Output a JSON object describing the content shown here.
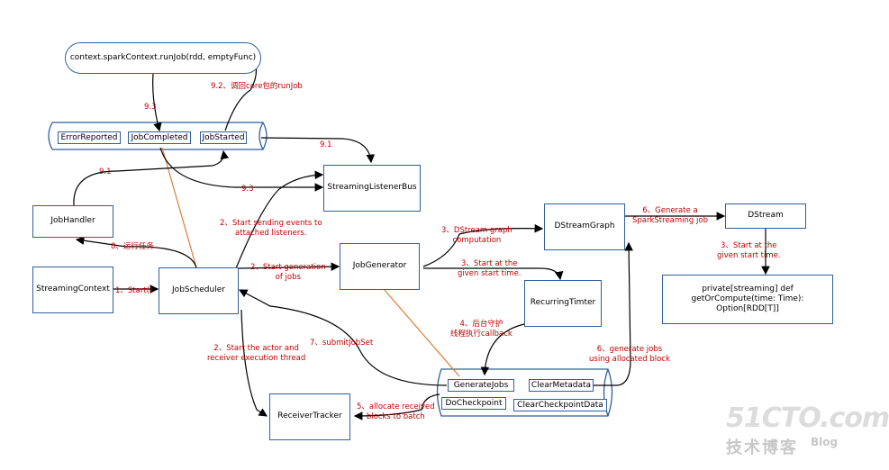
{
  "nodes": {
    "run_job": "context.sparkContext.runJob(rdd, emptyFunc)",
    "error_reported": "ErrorReported",
    "job_completed": "JobCompleted",
    "job_started": "JobStarted",
    "streaming_listener_bus": "StreamingListenerBus",
    "job_handler": "JobHandler",
    "streaming_context": "StreamingContext",
    "job_scheduler": "JobScheduler",
    "job_generator": "JobGenerator",
    "dstream_graph": "DStreamGraph",
    "dstream": "DStream",
    "recurring_timer": "RecurringTimter",
    "get_or_compute": "private[streaming] def getOrCompute(time: Time): Option[RDD[T]]",
    "generate_jobs": "GenerateJobs",
    "clear_metadata": "ClearMetadata",
    "do_checkpoint": "DoCheckpoint",
    "clear_checkpoint_data": "ClearCheckpointData",
    "receiver_tracker": "ReceiverTracker"
  },
  "labels": {
    "l_9_2": "9.2、调回core包的runJob",
    "l_9_3_top": "9.3",
    "l_9_1_top": "9.1",
    "l_9_1_left": "9.1",
    "l_9_3_mid": "9.3",
    "l_2_start_sending": "2、Start sending events to\nattached listeners.",
    "l_8": "8、运行任务",
    "l_1_start": "1、Start()",
    "l_2_generation": "2、Start generation\nof jobs",
    "l_3_dstream_graph": "3、DStream graph\ncomputation",
    "l_3_given_start": "3、Start at the\ngiven start time.",
    "l_6_generate_sparkstreaming": "6、Generate a\nSparkStreaming job",
    "l_3_dstream_given": "3、Start at the\ngiven start time.",
    "l_2_actor": "2、Start the actor and\nreceiver execution thread",
    "l_7_submit": "7、submitJobSet",
    "l_4_callback": "4、后台守护\n线程执行callback",
    "l_6_allocated": "6、generate jobs\nusing allocated block",
    "l_5_allocate": "5、allocate received\nblocks to batch"
  },
  "watermark": {
    "brand": "51CTO.com",
    "cn": "技术博客",
    "blog": "Blog"
  },
  "colors": {
    "node_border": "#2f5f9e",
    "label_red": "#c00000",
    "edge_black": "#000000",
    "edge_orange": "#e07b39"
  }
}
